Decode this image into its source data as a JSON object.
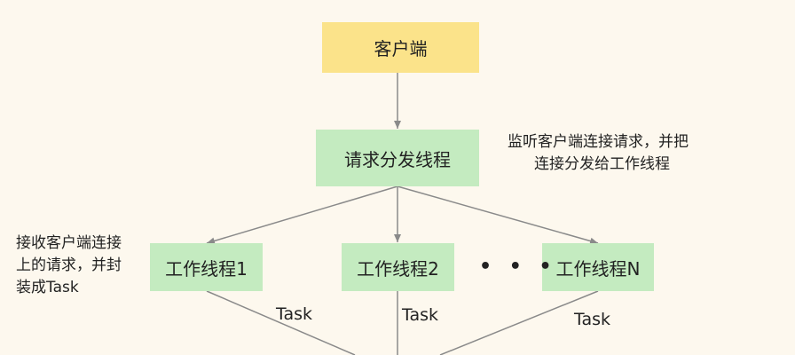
{
  "nodes": {
    "client": "客户端",
    "dispatcher": "请求分发线程",
    "worker1": "工作线程1",
    "worker2": "工作线程2",
    "workerN": "工作线程N"
  },
  "ellipsis": "• • •",
  "notes": {
    "dispatcher_line1": "监听客户端连接请求，并把",
    "dispatcher_line2": "连接分发给工作线程",
    "worker_line1": "接收客户端连接",
    "worker_line2": "上的请求，并封",
    "worker_line3": "装成Task"
  },
  "edge_labels": {
    "task1": "Task",
    "task2": "Task",
    "taskN": "Task"
  },
  "colors": {
    "client_fill": "#fbe38a",
    "thread_fill": "#c4ebc0",
    "background": "#fdf8ee",
    "arrow": "#8a8a8a"
  }
}
